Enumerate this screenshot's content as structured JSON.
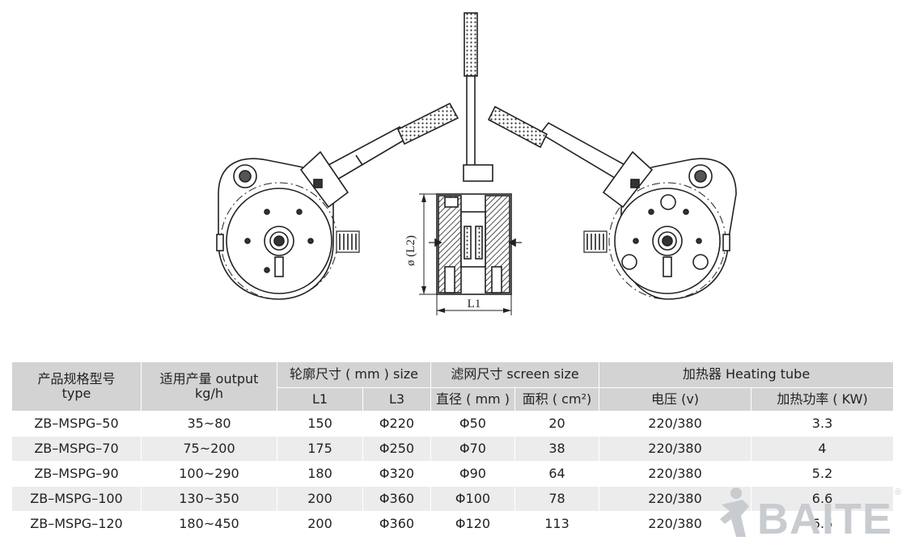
{
  "drawing": {
    "dim_height": "ø (L2)",
    "dim_length": "L1"
  },
  "table": {
    "headers": {
      "model": "产品规格型号\ntype",
      "output": "适用产量 output\nkg/h",
      "size": "轮廓尺寸 ( mm ) size",
      "screen": "滤网尺寸 screen size",
      "heating": "加热器 Heating tube",
      "l1": "L1",
      "l3": "L3",
      "diameter": "直径 ( mm )",
      "area": "面积 ( cm²)",
      "voltage": "电压 (v)",
      "power": "加热功率 ( KW)"
    },
    "rows": [
      {
        "model": "ZB–MSPG–50",
        "output": "35~80",
        "l1": "150",
        "l3": "Φ220",
        "diameter": "Φ50",
        "area": "20",
        "voltage": "220/380",
        "power": "3.3"
      },
      {
        "model": "ZB–MSPG–70",
        "output": "75~200",
        "l1": "175",
        "l3": "Φ250",
        "diameter": "Φ70",
        "area": "38",
        "voltage": "220/380",
        "power": "4"
      },
      {
        "model": "ZB–MSPG–90",
        "output": "100~290",
        "l1": "180",
        "l3": "Φ320",
        "diameter": "Φ90",
        "area": "64",
        "voltage": "220/380",
        "power": "5.2"
      },
      {
        "model": "ZB–MSPG–100",
        "output": "130~350",
        "l1": "200",
        "l3": "Φ360",
        "diameter": "Φ100",
        "area": "78",
        "voltage": "220/380",
        "power": "6.6"
      },
      {
        "model": "ZB–MSPG–120",
        "output": "180~450",
        "l1": "200",
        "l3": "Φ360",
        "diameter": "Φ120",
        "area": "113",
        "voltage": "220/380",
        "power": "6.6"
      }
    ]
  },
  "watermark": {
    "brand": "BAITE",
    "registered": "®",
    "color": "#c8cbcf"
  }
}
